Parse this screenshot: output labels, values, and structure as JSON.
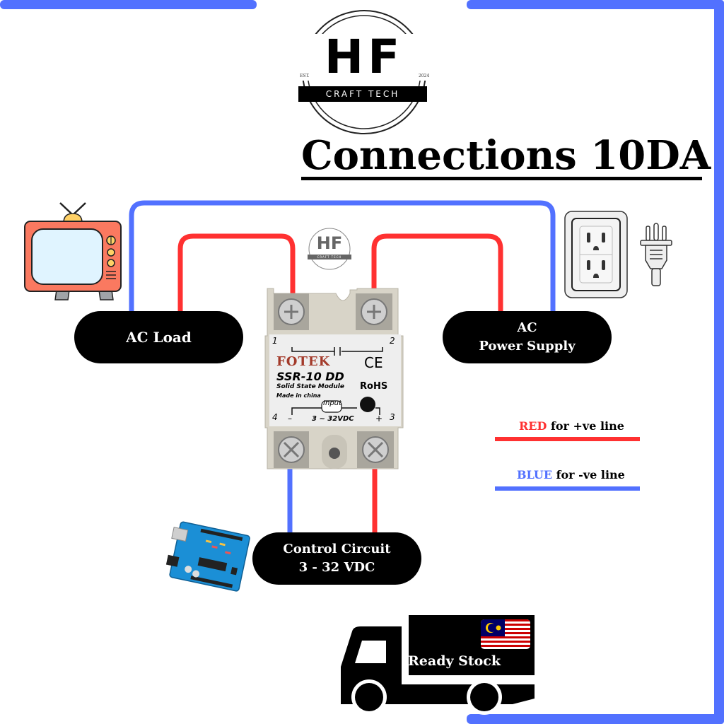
{
  "brand": {
    "logo_letters": "HF",
    "logo_band": "CRAFT TECH",
    "est_label": "EST.",
    "est_year": "2024",
    "watermark_letters": "HF",
    "watermark_band": "CRAFT TECH"
  },
  "title": "Connections 10DA",
  "nodes": {
    "ac_load": {
      "label": "AC Load"
    },
    "ac_power": {
      "line1": "AC",
      "line2": "Power Supply"
    },
    "control": {
      "line1": "Control Circuit",
      "line2": "3 - 32 VDC"
    }
  },
  "relay": {
    "brand": "FOTEK",
    "model": "SSR-10 DD",
    "description": "Solid State Module",
    "origin": "Made in china",
    "ce_mark": "CE",
    "rohs": "RoHS",
    "input_label": "Input",
    "voltage": "3 ~ 32VDC",
    "terminal_1": "1",
    "terminal_2": "2",
    "terminal_3": "3",
    "terminal_4": "4",
    "minus": "–",
    "plus": "+"
  },
  "legend": {
    "red": {
      "keyword": "RED",
      "rest": " for +ve line",
      "color": "#ff3131"
    },
    "blue": {
      "keyword": "BLUE",
      "rest": " for -ve line",
      "color": "#5271ff"
    }
  },
  "badge": {
    "text": "Ready Stock",
    "flag": "malaysia-flag"
  },
  "colors": {
    "frame": "#5271ff",
    "positive_wire": "#ff3131",
    "negative_wire": "#5271ff",
    "pill_bg": "#000000"
  },
  "icons": [
    "tv-icon",
    "wall-outlet-icon",
    "power-plug-icon",
    "arduino-board-icon",
    "delivery-truck-icon"
  ]
}
